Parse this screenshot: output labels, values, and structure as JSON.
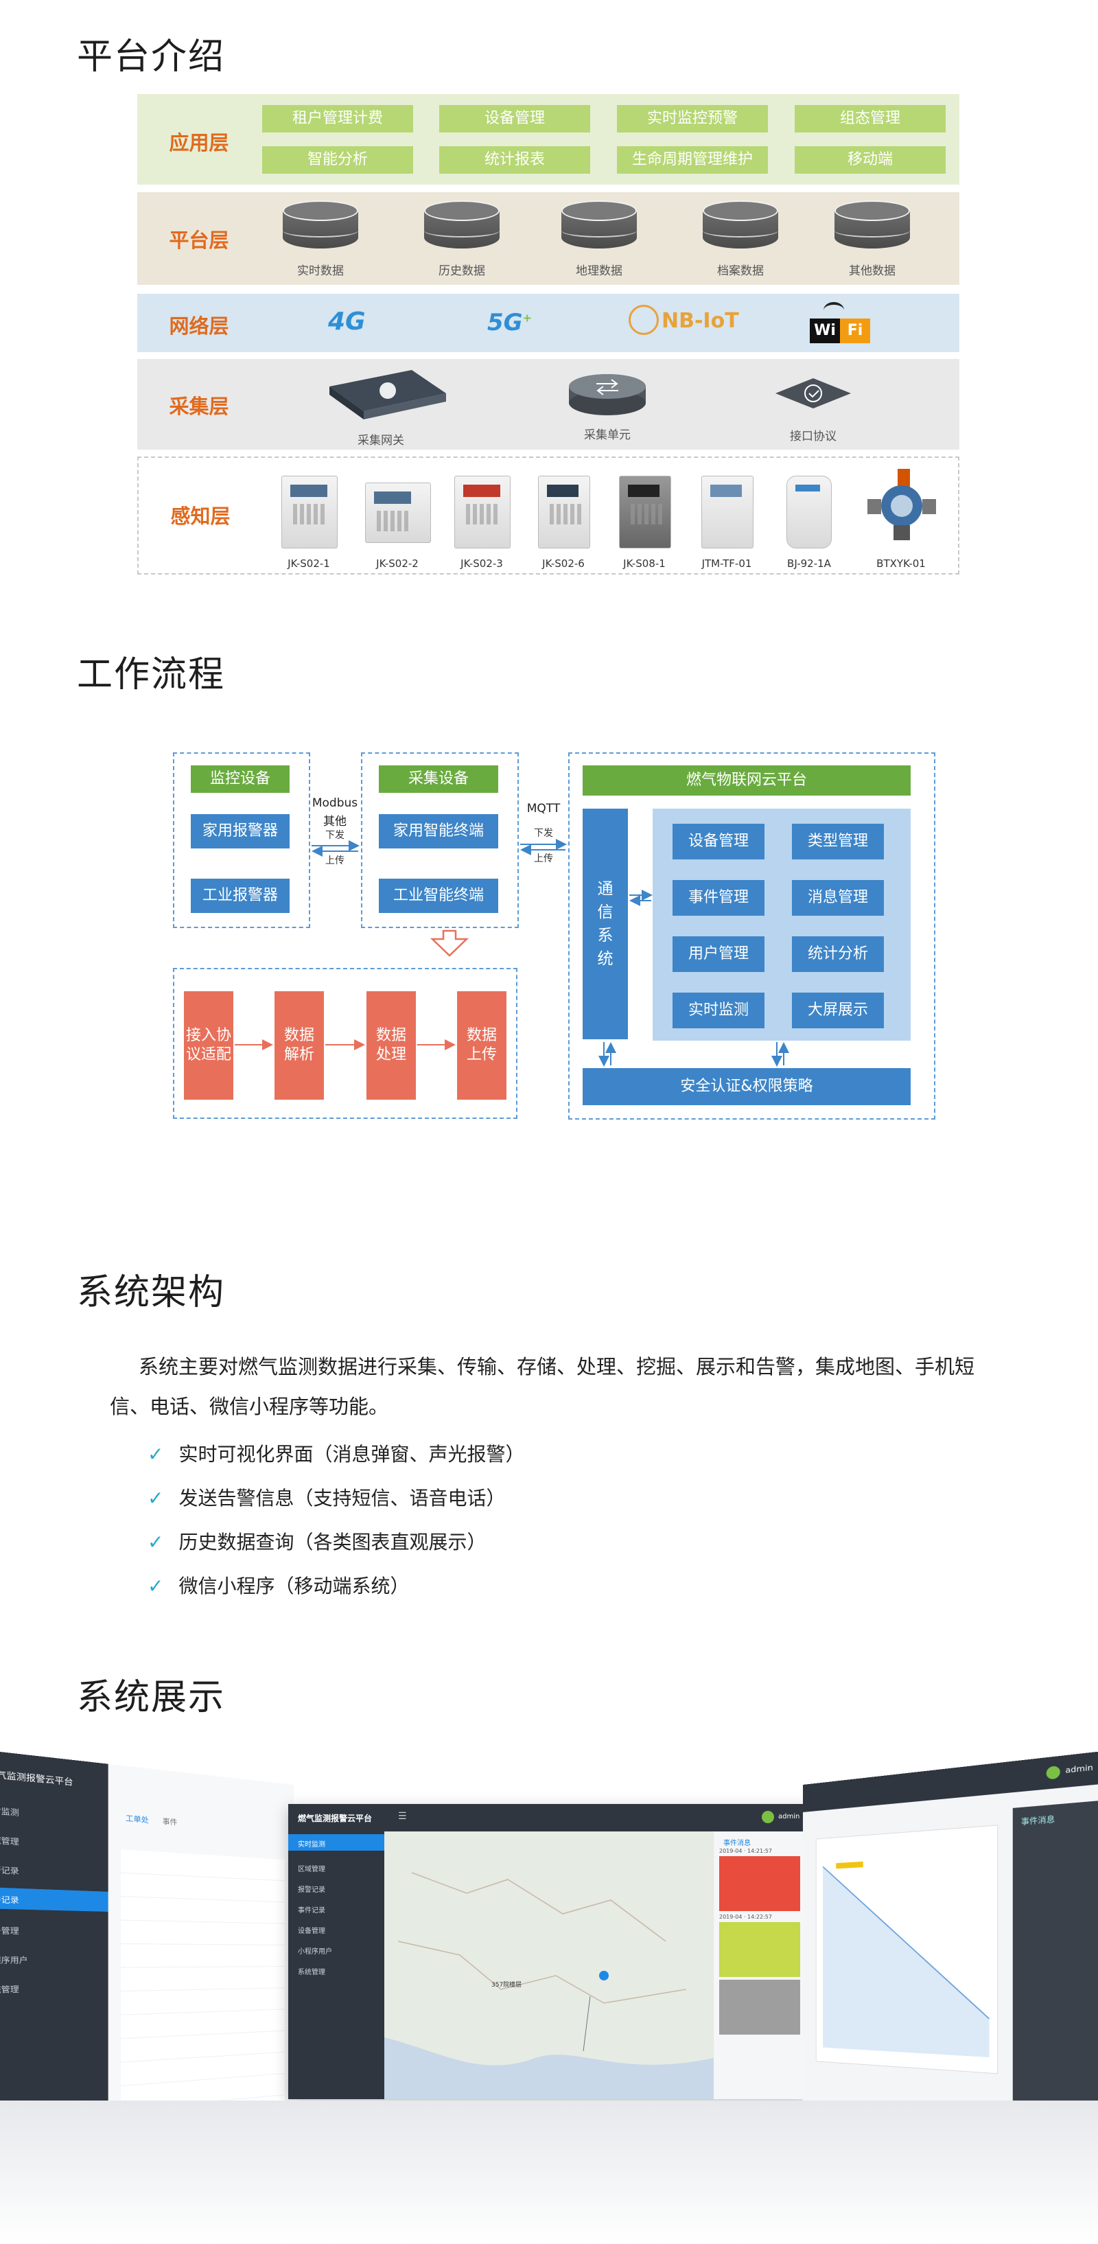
{
  "sections": {
    "platform": "平台介绍",
    "workflow": "工作流程",
    "architecture": "系统架构",
    "display": "系统展示"
  },
  "layers": {
    "app": {
      "name": "应用层",
      "items": [
        "租户管理计费",
        "设备管理",
        "实时监控预警",
        "组态管理",
        "智能分析",
        "统计报表",
        "生命周期管理维护",
        "移动端"
      ]
    },
    "platform": {
      "name": "平台层",
      "items": [
        "实时数据",
        "历史数据",
        "地理数据",
        "档案数据",
        "其他数据"
      ]
    },
    "network": {
      "name": "网络层",
      "items": [
        "4G",
        "5G",
        "NB-IoT",
        "Wi",
        "Fi"
      ]
    },
    "collect": {
      "name": "采集层",
      "items": [
        "采集网关",
        "采集单元",
        "接口协议"
      ]
    },
    "sense": {
      "name": "感知层",
      "devices": [
        "JK-S02-1",
        "JK-S02-2",
        "JK-S02-3",
        "JK-S02-6",
        "JK-S08-1",
        "JTM-TF-01",
        "BJ-92-1A",
        "BTXYK-01"
      ]
    }
  },
  "workflow": {
    "monitor_group": "监控设备",
    "home_alarm": "家用报警器",
    "industrial_alarm": "工业报警器",
    "protocol1": "Modbus",
    "protocol1_other": "其他",
    "down": "下发",
    "up": "上传",
    "collect_group": "采集设备",
    "home_terminal": "家用智能终端",
    "industrial_terminal": "工业智能终端",
    "protocol2": "MQTT",
    "cloud": "燃气物联网云平台",
    "comm": "通信系统",
    "modules": [
      "设备管理",
      "类型管理",
      "事件管理",
      "消息管理",
      "用户管理",
      "统计分析",
      "实时监测",
      "大屏展示"
    ],
    "security": "安全认证&权限策略",
    "steps": [
      "接入协议适配",
      "数据解析",
      "数据处理",
      "数据上传"
    ]
  },
  "architecture": {
    "para": "系统主要对燃气监测数据进行采集、传输、存储、处理、挖掘、展示和告警，集成地图、手机短信、电话、微信小程序等功能。",
    "check": "✓",
    "features": [
      "实时可视化界面（消息弹窗、声光报警）",
      "发送告警信息（支持短信、语音电话）",
      "历史数据查询（各类图表直观展示）",
      "微信小程序（移动端系统）"
    ]
  },
  "screens": {
    "app_title": "燃气监测报警云平台",
    "user": "admin",
    "menu": [
      "实时监测",
      "区域管理",
      "报警记录",
      "事件记录",
      "设备管理",
      "小程序用户",
      "系统管理"
    ],
    "tabs": [
      "工单处",
      "事件"
    ],
    "event_panel": "事件消息",
    "map_marker": "357院楼层",
    "time1": "2019-04 · 14:21:57",
    "time2": "2019-04 · 14:22:57"
  },
  "colors": {
    "accent_orange": "#e06a1e",
    "app_bg": "#e6efd4",
    "platform_bg": "#ece6d9",
    "network_bg": "#d7e6f0",
    "collect_bg": "#e9e9e9",
    "pill_green": "#b6d774",
    "flow_green": "#6aab3f",
    "flow_blue": "#3d85c8",
    "flow_orange": "#e8705a",
    "dash_blue": "#5c9bd8",
    "check_cyan": "#2aa9c7"
  }
}
